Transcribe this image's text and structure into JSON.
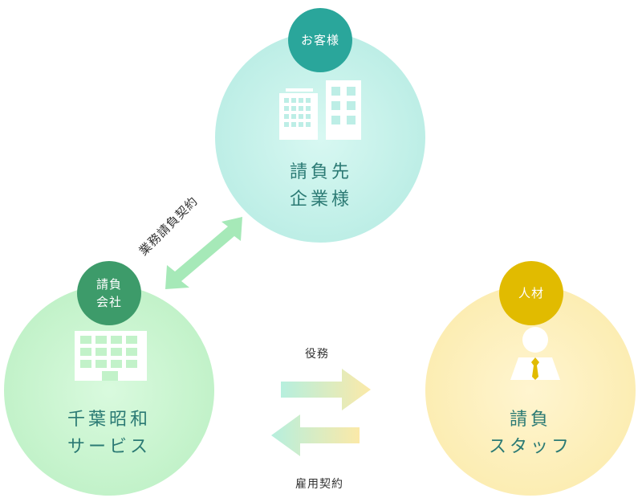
{
  "client": {
    "badge": "お客様",
    "label_line1": "請負先",
    "label_line2": "企業様",
    "color": "#2aa69b",
    "fill": "#bff0e6"
  },
  "company": {
    "badge_line1": "請負",
    "badge_line2": "会社",
    "label_line1": "千葉昭和",
    "label_line2": "サービス",
    "color": "#3d9b6a",
    "fill": "#c6f3cc"
  },
  "staff": {
    "badge": "人材",
    "label_line1": "請負",
    "label_line2": "スタッフ",
    "color": "#e1bb00",
    "fill": "#fbefb5"
  },
  "relations": {
    "contract": "業務請負契約",
    "service": "役務",
    "employment": "雇用契約"
  }
}
